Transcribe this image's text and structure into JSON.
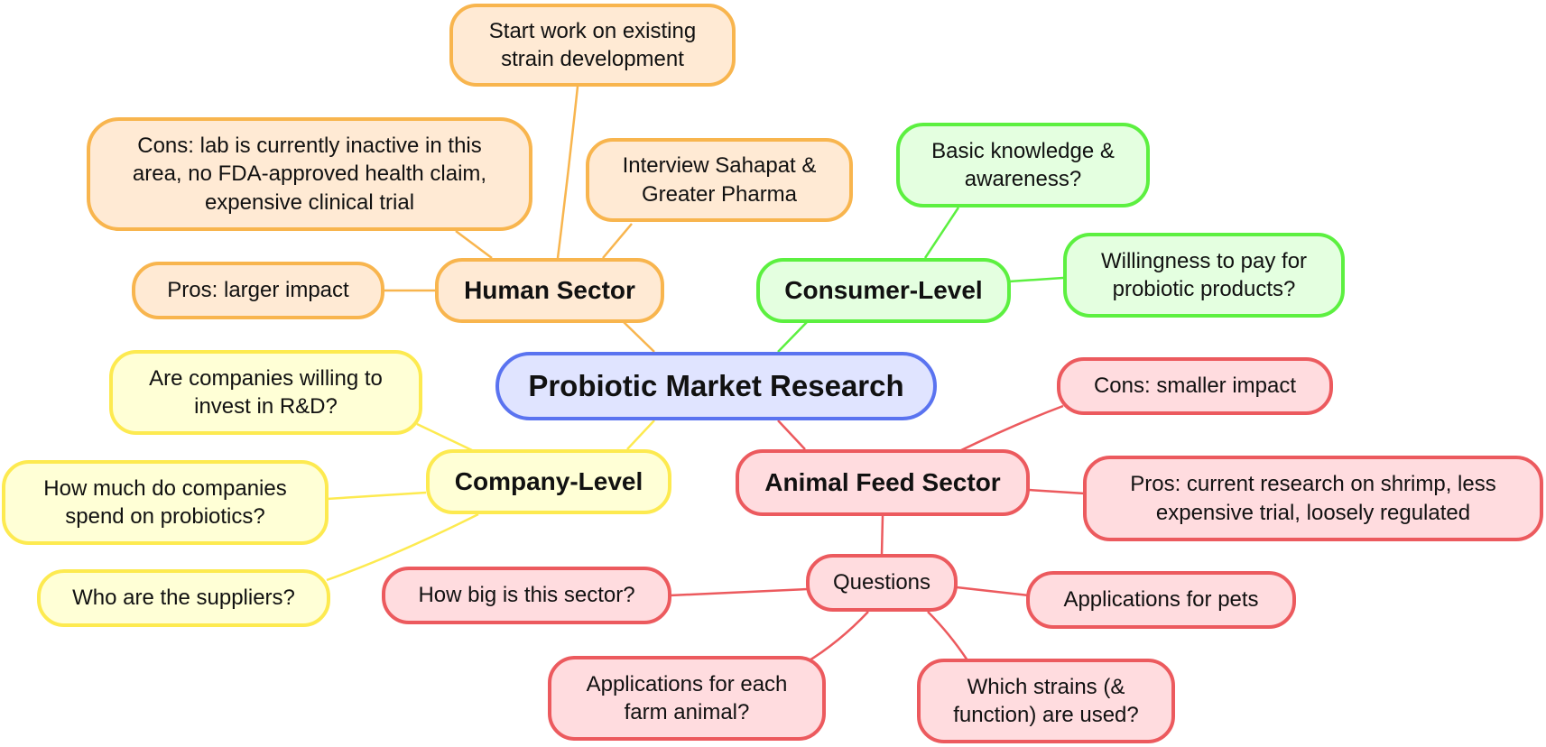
{
  "root": "Probiotic Market Research",
  "human_sector": {
    "label": "Human Sector",
    "start_work": "Start work on existing strain development",
    "cons": "Cons: lab is currently inactive in this area, no FDA-approved health claim, expensive clinical trial",
    "interview": "Interview Sahapat & Greater Pharma",
    "pros": "Pros: larger impact"
  },
  "consumer_level": {
    "label": "Consumer-Level",
    "knowledge": "Basic knowledge & awareness?",
    "willingness": "Willingness to pay for probiotic products?"
  },
  "company_level": {
    "label": "Company-Level",
    "invest": "Are companies willing to invest in R&D?",
    "spend": "How much do companies spend on probiotics?",
    "suppliers": "Who are the suppliers?"
  },
  "animal_feed": {
    "label": "Animal Feed Sector",
    "cons": "Cons: smaller impact",
    "pros": "Pros: current research on shrimp, less expensive trial, loosely regulated",
    "questions": {
      "label": "Questions",
      "how_big": "How big is this sector?",
      "pets": "Applications for pets",
      "farm": "Applications for each farm animal?",
      "strains": "Which strains (& function) are used?"
    }
  },
  "colors": {
    "root": "#5a73f0",
    "human": "#f8b54e",
    "consumer": "#5cf040",
    "company": "#fdea50",
    "animal": "#ec5a5e"
  }
}
